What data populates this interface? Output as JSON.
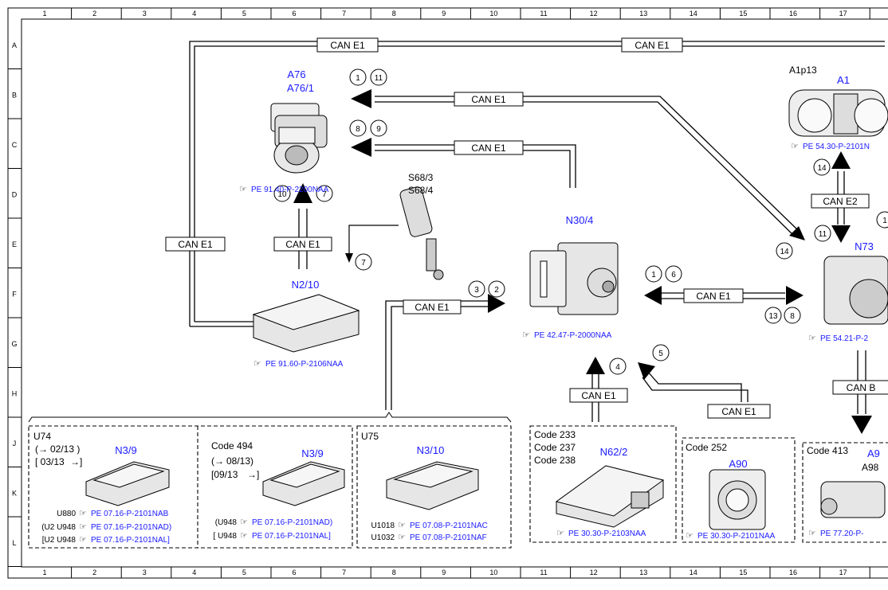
{
  "grid": {
    "columns": [
      "1",
      "2",
      "3",
      "4",
      "5",
      "6",
      "7",
      "8",
      "9",
      "10",
      "11",
      "12",
      "13",
      "14",
      "15",
      "16",
      "17"
    ],
    "rows": [
      "A",
      "B",
      "C",
      "D",
      "E",
      "F",
      "G",
      "H",
      "J",
      "K",
      "L"
    ]
  },
  "bus_labels": {
    "can_top_left": "CAN E1",
    "can_top_right": "CAN E1",
    "can_to_a76_1": "CAN E1",
    "can_to_a76_2": "CAN E1",
    "can_left_vertical": "CAN E1",
    "can_n2_up": "CAN E1",
    "can_n3_to_n30": "CAN E1",
    "can_n30_n73": "CAN E1",
    "can_n62": "CAN E1",
    "can_a90": "CAN E1",
    "can_e2": "CAN E2",
    "can_b": "CAN B"
  },
  "components": {
    "a76": {
      "code": "A76",
      "code2": "A76/1",
      "ref_icon": "pointing-hand-icon",
      "ref": "PE 91.40-P-2200NAA"
    },
    "a1": {
      "code": "A1",
      "sub": "A1p13",
      "ref": "PE 54.30-P-2101N"
    },
    "s68": {
      "code": "S68/3",
      "code2": "S68/4"
    },
    "n30": {
      "code": "N30/4",
      "ref": "PE 42.47-P-2000NAA"
    },
    "n73": {
      "code": "N73",
      "ref": "PE 54.21-P-2"
    },
    "n2": {
      "code": "N2/10",
      "ref": "PE 91.60-P-2106NAA"
    },
    "n62": {
      "code": "N62/2",
      "codes": [
        "Code 233",
        "Code 237",
        "Code 238"
      ],
      "ref": "PE 30.30-P-2103NAA"
    },
    "a90": {
      "code": "A90",
      "codes": [
        "Code 252"
      ],
      "ref": "PE 30.30-P-2101NAA"
    },
    "a98": {
      "code": "A9",
      "code2": "A98",
      "codes": [
        "Code 413"
      ],
      "ref": "PE 77.20-P-"
    }
  },
  "u74": {
    "title": "U74",
    "left": {
      "code": "N3/9",
      "date1": "02/13 )",
      "date2": "[ 03/13",
      "refs": [
        {
          "u": "U880",
          "ref": "PE 07.16-P-2101NAB"
        },
        {
          "u": "(U2  U948",
          "ref": "PE 07.16-P-2101NAD)"
        },
        {
          "u": "[U2  U948",
          "ref": "PE 07.16-P-2101NAL]"
        }
      ]
    },
    "right": {
      "code": "N3/9",
      "title": "Code 494",
      "date1": "08/13)",
      "date2": "[09/13",
      "refs": [
        {
          "u": "(U948",
          "ref": "PE 07.16-P-2101NAD)"
        },
        {
          "u": "[ U948",
          "ref": "PE 07.16-P-2101NAL]"
        }
      ]
    }
  },
  "u75": {
    "title": "U75",
    "code": "N3/10",
    "refs": [
      {
        "u": "U1018",
        "ref": "PE 07.08-P-2101NAC"
      },
      {
        "u": "U1032",
        "ref": "PE 07.08-P-2101NAF"
      }
    ]
  },
  "circle_numbers": {
    "c1": "1",
    "c11a": "11",
    "c8a": "8",
    "c9": "9",
    "c10": "10",
    "c7a": "7",
    "c7b": "7",
    "c3": "3",
    "c2": "2",
    "c1b": "1",
    "c6": "6",
    "c13": "13",
    "c8b": "8",
    "c4": "4",
    "c5": "5",
    "c14a": "14",
    "c14b": "14",
    "c11b": "11",
    "c12": "1"
  }
}
